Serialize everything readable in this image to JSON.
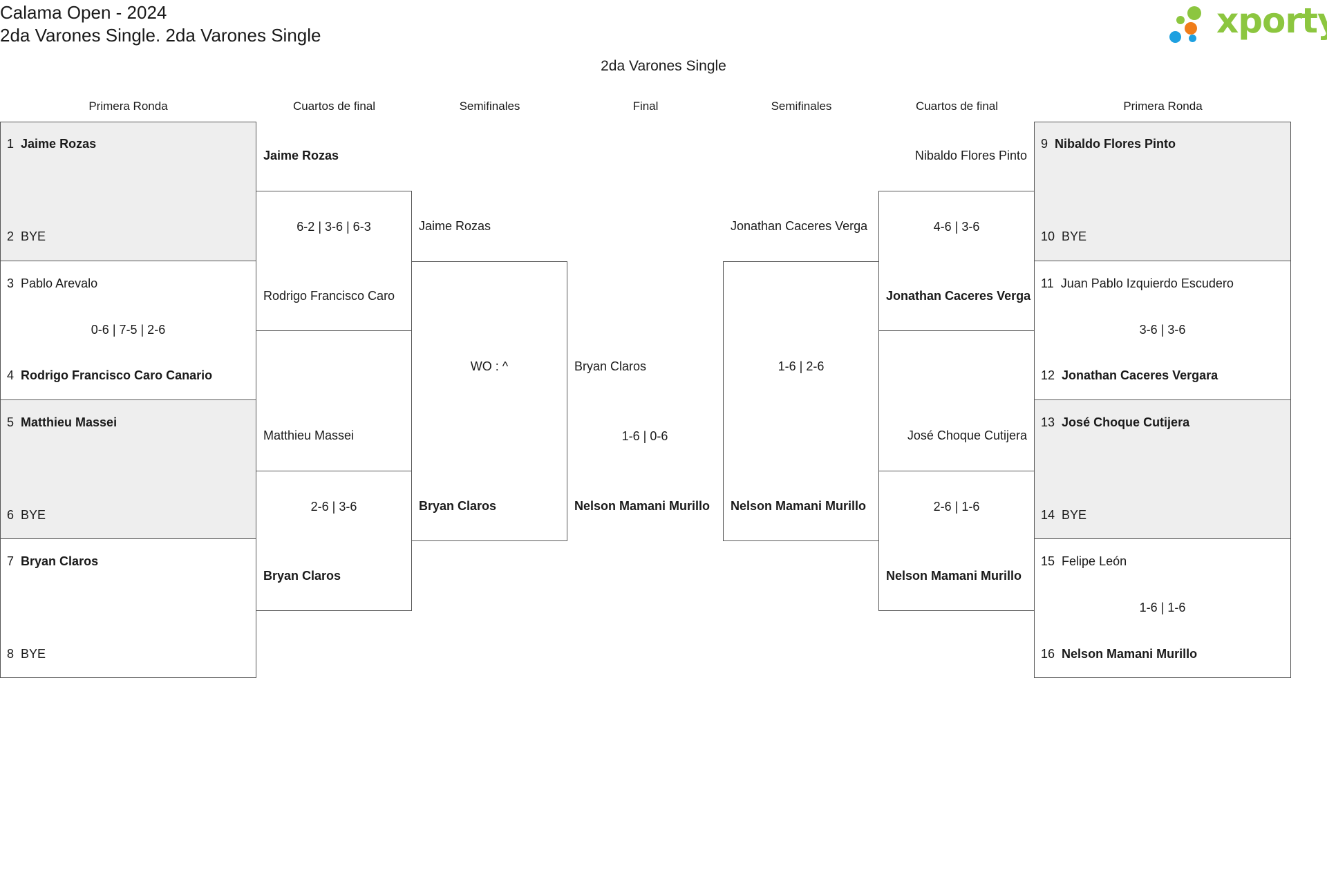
{
  "header": {
    "title": "Calama Open - 2024",
    "subtitle": "2da Varones Single. 2da Varones Single",
    "event_title": "2da Varones Single"
  },
  "logo": {
    "text": "xporty",
    "icon": "xporty-dots-logo",
    "color": "#8cc63f"
  },
  "columns": {
    "left_r1": "Primera Ronda",
    "left_qf": "Cuartos de final",
    "left_sf": "Semifinales",
    "final": "Final",
    "right_sf": "Semifinales",
    "right_qf": "Cuartos de final",
    "right_r1": "Primera Ronda"
  },
  "first_round": {
    "left": [
      {
        "top": {
          "seed": "1",
          "name": "Jaime Rozas"
        },
        "bottom": {
          "seed": "2",
          "name": "BYE"
        },
        "score": ""
      },
      {
        "top": {
          "seed": "3",
          "name": "Pablo Arevalo"
        },
        "bottom": {
          "seed": "4",
          "name": "Rodrigo Francisco Caro Canario"
        },
        "score": "0-6 | 7-5 | 2-6"
      },
      {
        "top": {
          "seed": "5",
          "name": "Matthieu Massei"
        },
        "bottom": {
          "seed": "6",
          "name": "BYE"
        },
        "score": ""
      },
      {
        "top": {
          "seed": "7",
          "name": "Bryan Claros"
        },
        "bottom": {
          "seed": "8",
          "name": "BYE"
        },
        "score": ""
      }
    ],
    "right": [
      {
        "top": {
          "seed": "9",
          "name": "Nibaldo Flores Pinto"
        },
        "bottom": {
          "seed": "10",
          "name": "BYE"
        },
        "score": ""
      },
      {
        "top": {
          "seed": "11",
          "name": "Juan Pablo Izquierdo Escudero"
        },
        "bottom": {
          "seed": "12",
          "name": "Jonathan Caceres Vergara"
        },
        "score": "3-6 | 3-6"
      },
      {
        "top": {
          "seed": "13",
          "name": "José Choque Cutijera"
        },
        "bottom": {
          "seed": "14",
          "name": "BYE"
        },
        "score": ""
      },
      {
        "top": {
          "seed": "15",
          "name": "Felipe León"
        },
        "bottom": {
          "seed": "16",
          "name": "Nelson Mamani Murillo"
        },
        "score": "1-6 | 1-6"
      }
    ]
  },
  "quarterfinals": {
    "left": [
      {
        "top": "Jaime Rozas",
        "bottom": "Rodrigo Francisco Caro",
        "score": "6-2 | 3-6 | 6-3"
      },
      {
        "top": "Matthieu Massei",
        "bottom": "Bryan Claros",
        "score": "2-6 | 3-6"
      }
    ],
    "right": [
      {
        "top": "Nibaldo Flores Pinto",
        "bottom": "Jonathan Caceres Verga",
        "score": "4-6 | 3-6"
      },
      {
        "top": "José Choque Cutijera",
        "bottom": "Nelson Mamani Murillo",
        "score": "2-6 | 1-6"
      }
    ]
  },
  "semifinals": {
    "left": {
      "top": "Jaime Rozas",
      "bottom": "Bryan Claros",
      "score": "WO : ^"
    },
    "right": {
      "top": "Jonathan Caceres Verga",
      "bottom": "Nelson Mamani Murillo",
      "score": "1-6 | 2-6"
    }
  },
  "final": {
    "top": "Bryan Claros",
    "bottom": "Nelson Mamani Murillo",
    "score": "1-6 | 0-6"
  }
}
